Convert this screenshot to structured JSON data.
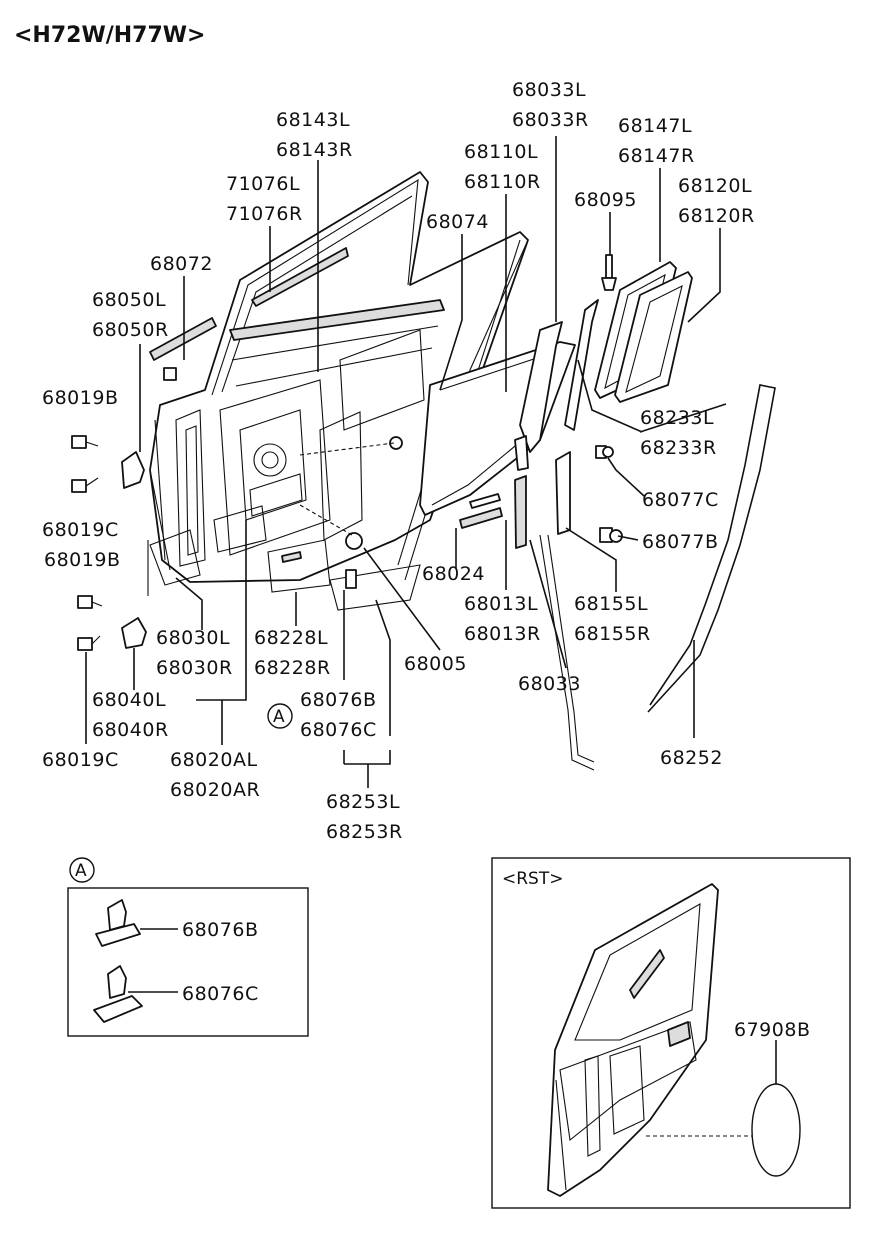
{
  "title": "<H72W/H77W>",
  "labels": {
    "l68033L": "68033L",
    "l68033R": "68033R",
    "l68143L": "68143L",
    "l68143R": "68143R",
    "l68147L": "68147L",
    "l68147R": "68147R",
    "l68110L": "68110L",
    "l68110R": "68110R",
    "l71076L": "71076L",
    "l71076R": "71076R",
    "l68095": "68095",
    "l68120L": "68120L",
    "l68120R": "68120R",
    "l68074": "68074",
    "l68072": "68072",
    "l68050L": "68050L",
    "l68050R": "68050R",
    "l68019B_1": "68019B",
    "l68233L": "68233L",
    "l68233R": "68233R",
    "l68077C": "68077C",
    "l68019C_1": "68019C",
    "l68019B_2": "68019B",
    "l68077B": "68077B",
    "l68024": "68024",
    "l68013L": "68013L",
    "l68013R": "68013R",
    "l68155L": "68155L",
    "l68155R": "68155R",
    "l68030L": "68030L",
    "l68030R": "68030R",
    "l68228L": "68228L",
    "l68228R": "68228R",
    "l68005": "68005",
    "l68033": "68033",
    "l68040L": "68040L",
    "l68040R": "68040R",
    "l68076B": "68076B",
    "l68076C": "68076C",
    "l68019C_2": "68019C",
    "l68020AL": "68020AL",
    "l68020AR": "68020AR",
    "l68252": "68252",
    "l68253L": "68253L",
    "l68253R": "68253R"
  },
  "callout_marker": "A",
  "detail_a": {
    "marker": "A",
    "clip_b": "68076B",
    "clip_c": "68076C"
  },
  "rst_box": {
    "title": "<RST>",
    "part": "67908B"
  }
}
